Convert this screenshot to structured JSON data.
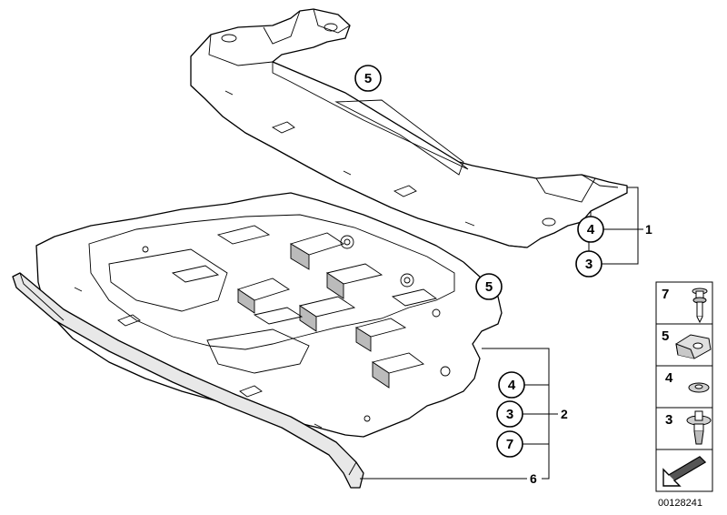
{
  "diagram": {
    "callouts": {
      "top_panel_part": "5",
      "top_panel_sub_a": "4",
      "top_panel_sub_b": "3",
      "bottom_panel_part": "5",
      "bottom_panel_sub_a": "4",
      "bottom_panel_sub_b": "3",
      "bottom_panel_sub_c": "7"
    },
    "references": {
      "top_panel": "1",
      "bottom_panel": "2",
      "front_strip": "6"
    },
    "small_parts": [
      {
        "label": "7",
        "icon": "push-rivet-icon"
      },
      {
        "label": "5",
        "icon": "clip-nut-icon"
      },
      {
        "label": "4",
        "icon": "washer-icon"
      },
      {
        "label": "3",
        "icon": "expanding-rivet-icon"
      },
      {
        "label": "",
        "icon": "arrow-icon"
      }
    ],
    "doc_number": "00128241"
  }
}
